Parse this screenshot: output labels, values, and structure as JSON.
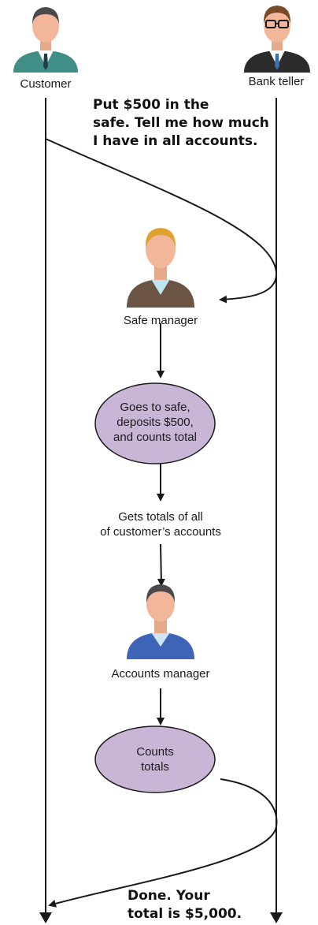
{
  "actors": {
    "customer": {
      "label": "Customer",
      "icon": "customer-person-icon"
    },
    "bank_teller": {
      "label": "Bank teller",
      "icon": "bank-teller-person-icon"
    },
    "safe_manager": {
      "label": "Safe manager",
      "icon": "safe-manager-person-icon"
    },
    "accounts_manager": {
      "label": "Accounts manager",
      "icon": "accounts-manager-person-icon"
    }
  },
  "messages": {
    "request": [
      "Put $500 in the",
      "safe. Tell me how much",
      "I have in all accounts."
    ],
    "response": [
      "Done. Your",
      "total is $5,000."
    ]
  },
  "steps": {
    "safe_task": [
      "Goes to safe,",
      "deposits $500,",
      "and counts total"
    ],
    "gets_totals": [
      "Gets totals of all",
      "of customer’s accounts"
    ],
    "count_task": [
      "Counts",
      "totals"
    ]
  },
  "colors": {
    "oval_fill": "#c9b6d6",
    "line": "#1a1a1a",
    "customer_suit": "#3f8f86",
    "teller_suit": "#2b2b2b",
    "safe_manager_suit": "#6b5444",
    "accounts_manager_suit": "#3e64b8",
    "skin": "#f2b79a"
  }
}
